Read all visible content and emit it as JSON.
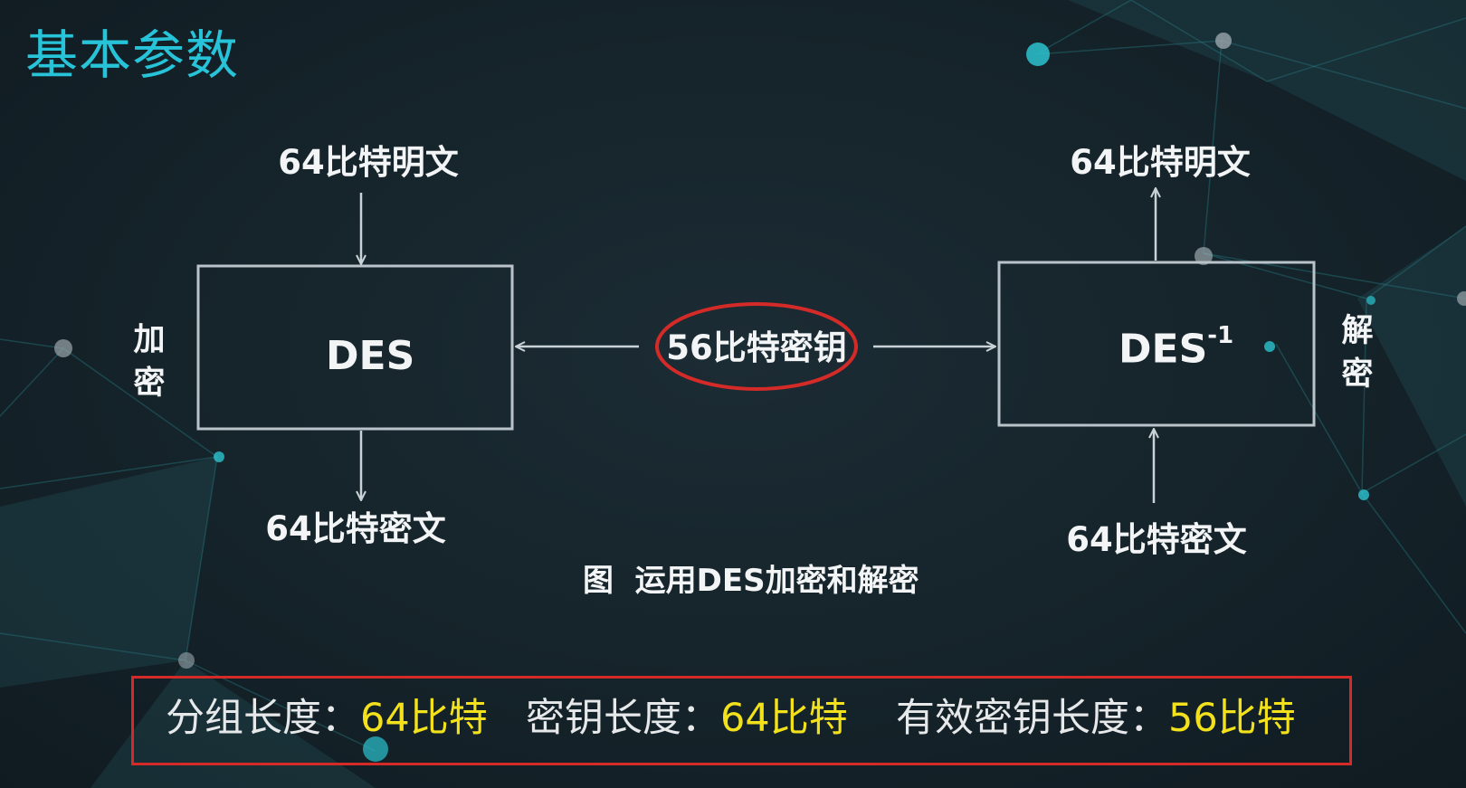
{
  "title": "基本参数",
  "colors": {
    "title": "#27c3d9",
    "highlight": "#f3e11c",
    "ring": "#d42b28",
    "line": "#c9d2d7"
  },
  "encrypt": {
    "side_label": "加密",
    "box_label": "DES",
    "input": "64比特明文",
    "output": "64比特密文"
  },
  "decrypt": {
    "side_label": "解密",
    "box_label": "DES",
    "box_superscript": "-1",
    "input": "64比特密文",
    "output": "64比特明文"
  },
  "key_label": "56比特密钥",
  "caption": "图  运用DES加密和解密",
  "summary": {
    "items": [
      {
        "label": "分组长度：",
        "value": "64比特"
      },
      {
        "label": "密钥长度：",
        "value": "64比特"
      },
      {
        "label": "有效密钥长度：",
        "value": "56比特"
      }
    ]
  }
}
